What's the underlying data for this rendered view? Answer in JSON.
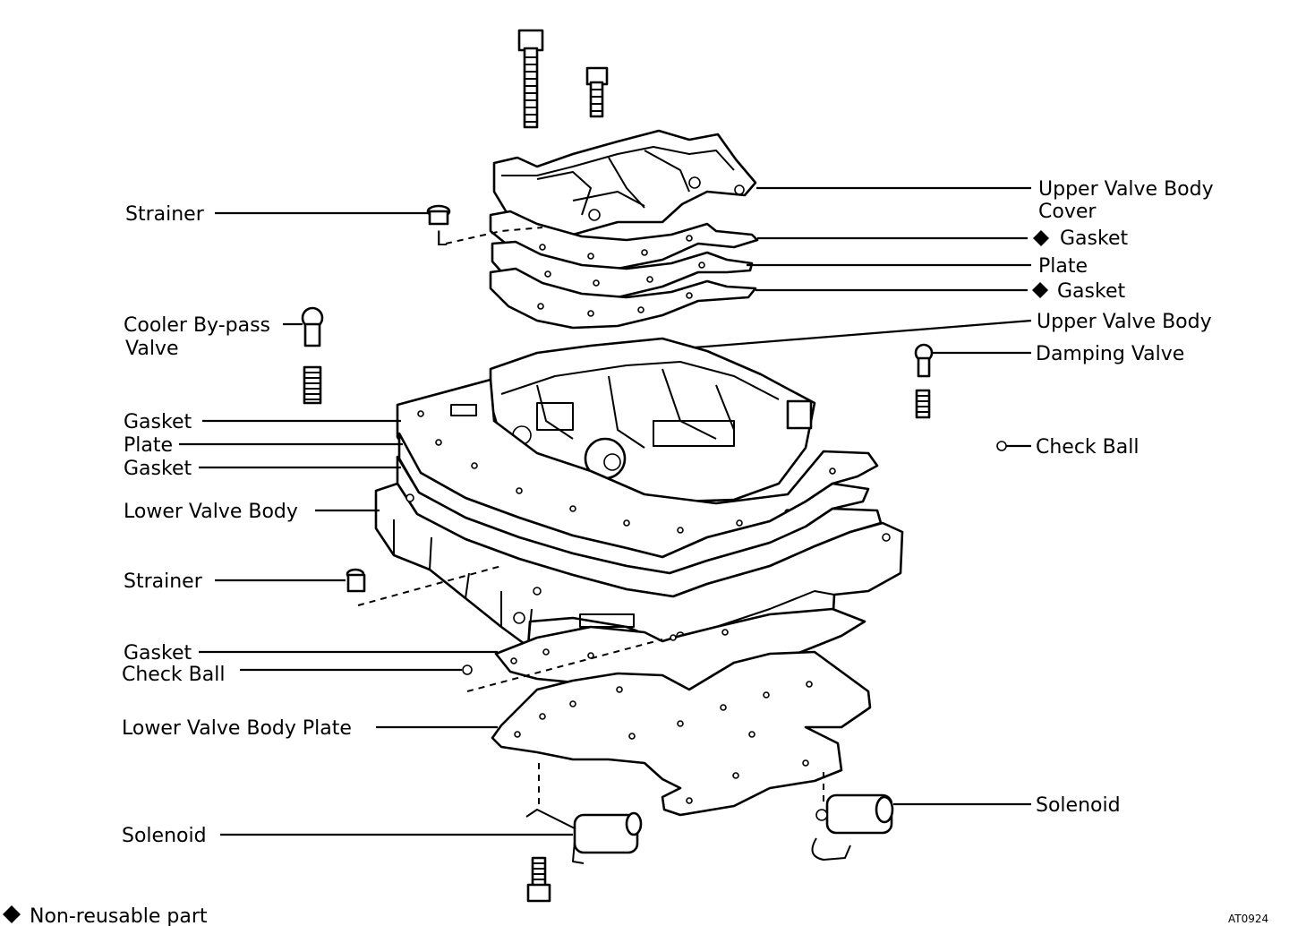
{
  "labels": {
    "upper_valve_body_cover_1": "Upper Valve Body",
    "upper_valve_body_cover_2": "Cover",
    "gasket_upper_1": "Gasket",
    "plate_upper": "Plate",
    "gasket_upper_2": "Gasket",
    "upper_valve_body": "Upper Valve Body",
    "damping_valve": "Damping Valve",
    "check_ball_right": "Check Ball",
    "solenoid_right": "Solenoid",
    "strainer_top": "Strainer",
    "cooler_bypass_1": "Cooler By-pass",
    "cooler_bypass_2": "Valve",
    "gasket_left_1": "Gasket",
    "plate_left": "Plate",
    "gasket_left_2": "Gasket",
    "lower_valve_body": "Lower Valve Body",
    "strainer_lower": "Strainer",
    "gasket_bottom": "Gasket",
    "check_ball_bottom": "Check Ball",
    "lower_valve_body_plate": "Lower Valve Body Plate",
    "solenoid_left": "Solenoid",
    "strainer_marker": "L"
  },
  "legend": {
    "symbol": "◆",
    "text": "Non-reusable part"
  },
  "figure_code": "AT0924"
}
